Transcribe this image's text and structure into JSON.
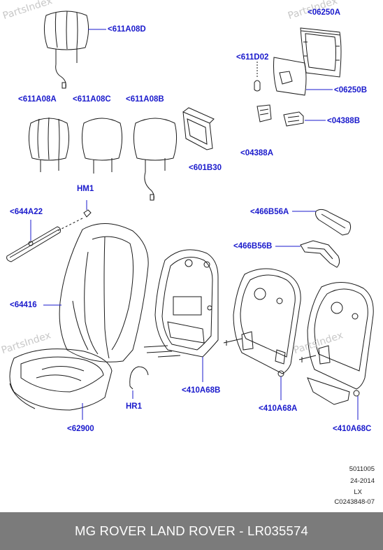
{
  "watermark": "PartsIndex",
  "parts": {
    "headrest_top": "<611A08D",
    "frame_upper": "<06250A",
    "clip_611d02": "<611D02",
    "panel_06250b": "<06250B",
    "headrest_a": "<611A08A",
    "headrest_c": "<611A08C",
    "headrest_b": "<611A08B",
    "bracket_601b30": "<601B30",
    "clip_04388a": "<04388A",
    "clip_04388b": "<04388B",
    "hm1": "HM1",
    "bar_644a22": "<644A22",
    "trim_466b56a": "<466B56A",
    "trim_466b56b": "<466B56B",
    "back_64416": "<64416",
    "frame_410a68b": "<410A68B",
    "frame_410a68a": "<410A68A",
    "frame_410a68c": "<410A68C",
    "cushion_62900": "<62900",
    "hr1": "HR1"
  },
  "meta": {
    "ref": "5011005",
    "date": "24-2014",
    "code": "LX",
    "drawing": "C0243848-07"
  },
  "footer": "MG ROVER LAND ROVER - LR035574",
  "colors": {
    "label": "#1a1acc",
    "footer_bg": "#7b7b7b",
    "line": "#1a1a1a"
  }
}
